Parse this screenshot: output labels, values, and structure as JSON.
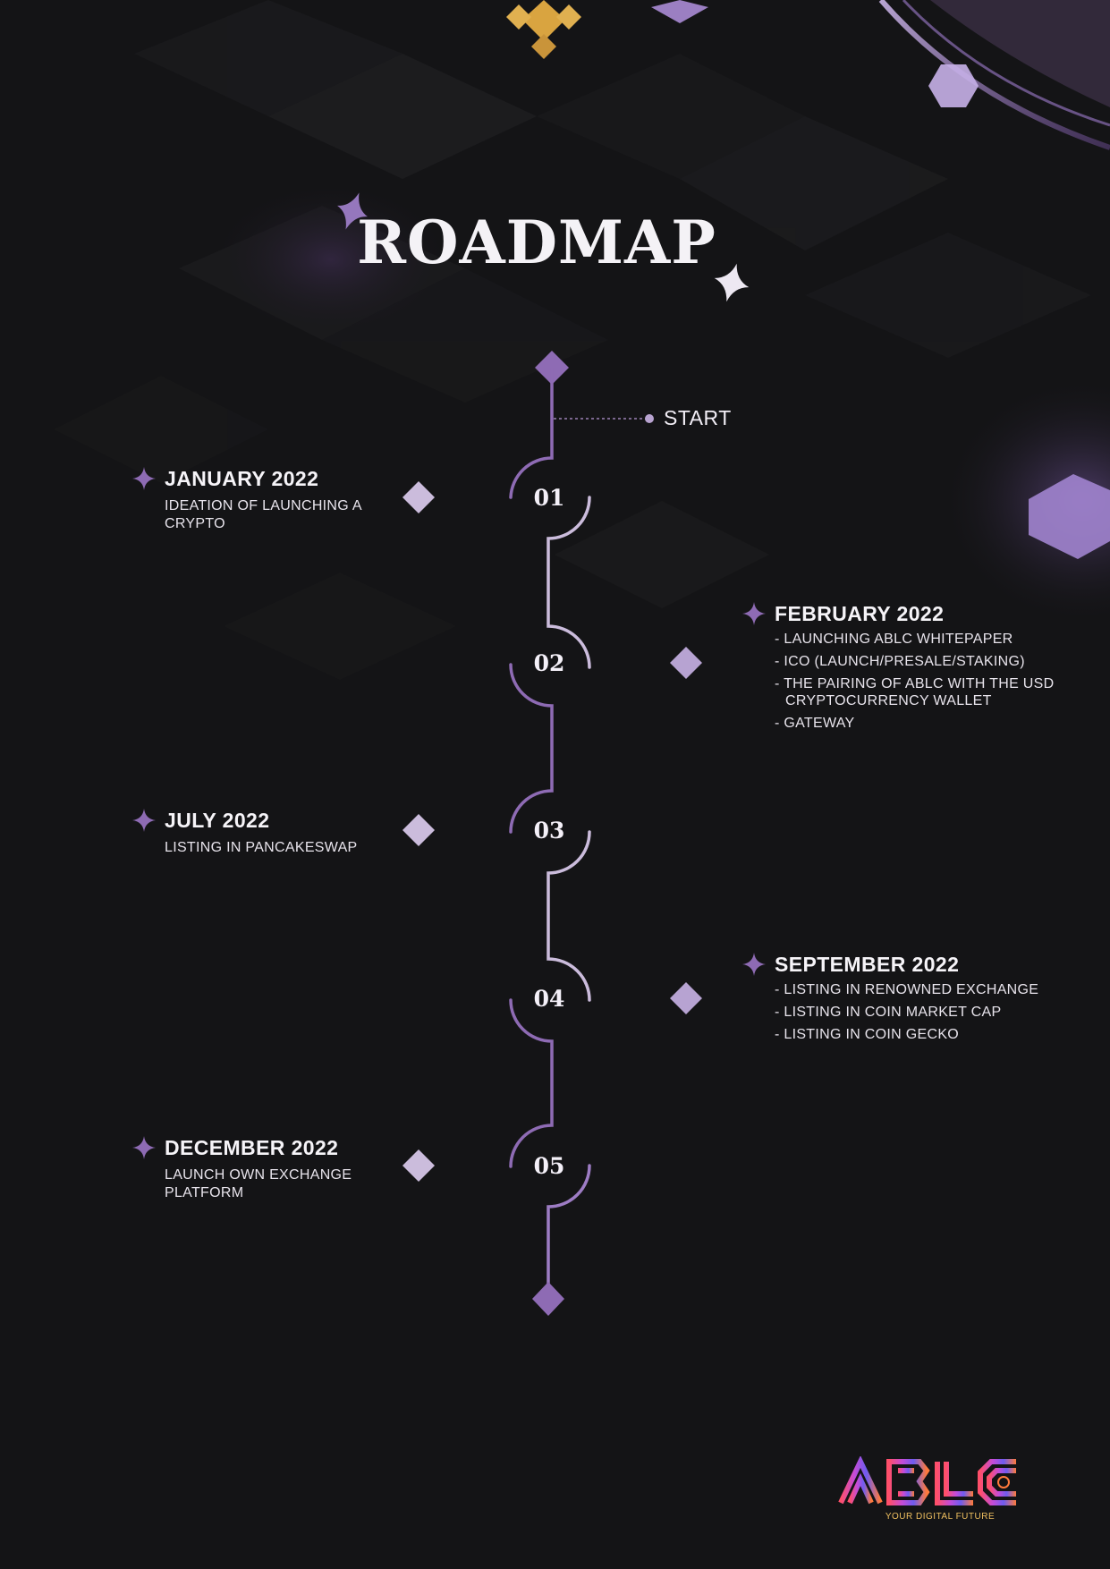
{
  "title": "ROADMAP",
  "start_label": "START",
  "milestones": [
    {
      "number": "01",
      "date": "JANUARY 2022",
      "description": "IDEATION OF LAUNCHING A CRYPTO"
    },
    {
      "number": "02",
      "date": "FEBRUARY 2022",
      "items": [
        "LAUNCHING ABLC WHITEPAPER",
        "ICO (LAUNCH/PRESALE/STAKING)",
        "THE PAIRING OF ABLC WITH THE USD CRYPTOCURRENCY WALLET",
        "GATEWAY"
      ]
    },
    {
      "number": "03",
      "date": "JULY 2022",
      "description": "LISTING IN PANCAKESWAP"
    },
    {
      "number": "04",
      "date": "SEPTEMBER 2022",
      "items": [
        "LISTING IN RENOWNED EXCHANGE",
        "LISTING IN COIN MARKET CAP",
        "LISTING IN COIN GECKO"
      ]
    },
    {
      "number": "05",
      "date": "DECEMBER 2022",
      "description": "LAUNCH OWN EXCHANGE PLATFORM"
    }
  ],
  "logo": {
    "text": "ABLC",
    "tagline": "YOUR DIGITAL FUTURE"
  },
  "colors": {
    "background": "#141416",
    "accent": "#8e6bb4",
    "accent_light": "#cbbcdc",
    "text": "#ffffff"
  },
  "icons": [
    "four-point-star-icon",
    "diamond-marker-icon",
    "binance-logo-icon",
    "hexagon-icon"
  ]
}
